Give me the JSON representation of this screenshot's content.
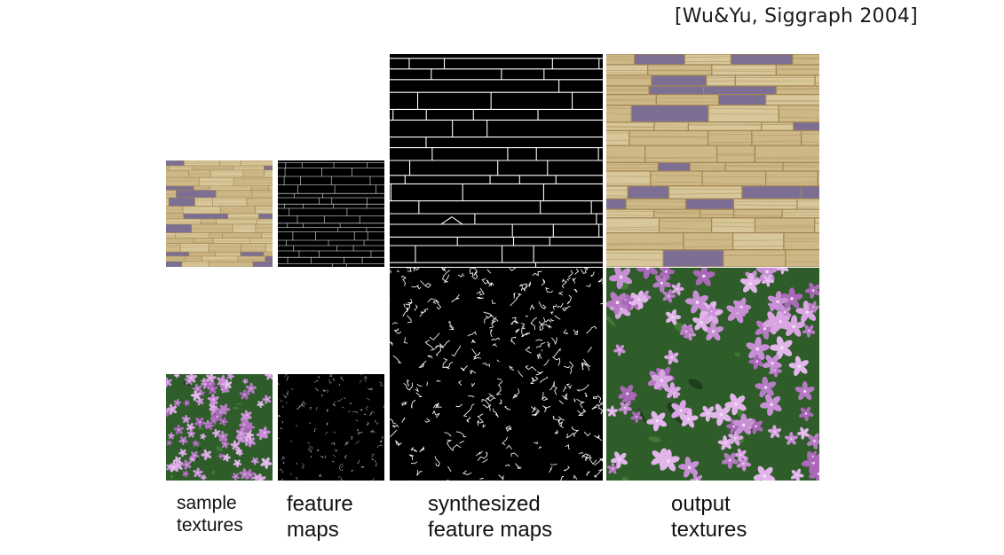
{
  "citation": "[Wu&Yu, Siggraph 2004]",
  "labels": {
    "sample": [
      "sample",
      "textures"
    ],
    "feature": [
      "feature",
      "maps"
    ],
    "synth": [
      "synthesized",
      "feature maps"
    ],
    "output": [
      "output",
      "textures"
    ]
  },
  "colors": {
    "wood_light": "#d8c79a",
    "wood_dark": "#a38653",
    "purple_tile": "#7c6f93",
    "map_bg": "#000000",
    "map_line": "#ffffff",
    "leaf_green": "#2f5d2a",
    "flower_pink": "#c98fd6"
  }
}
